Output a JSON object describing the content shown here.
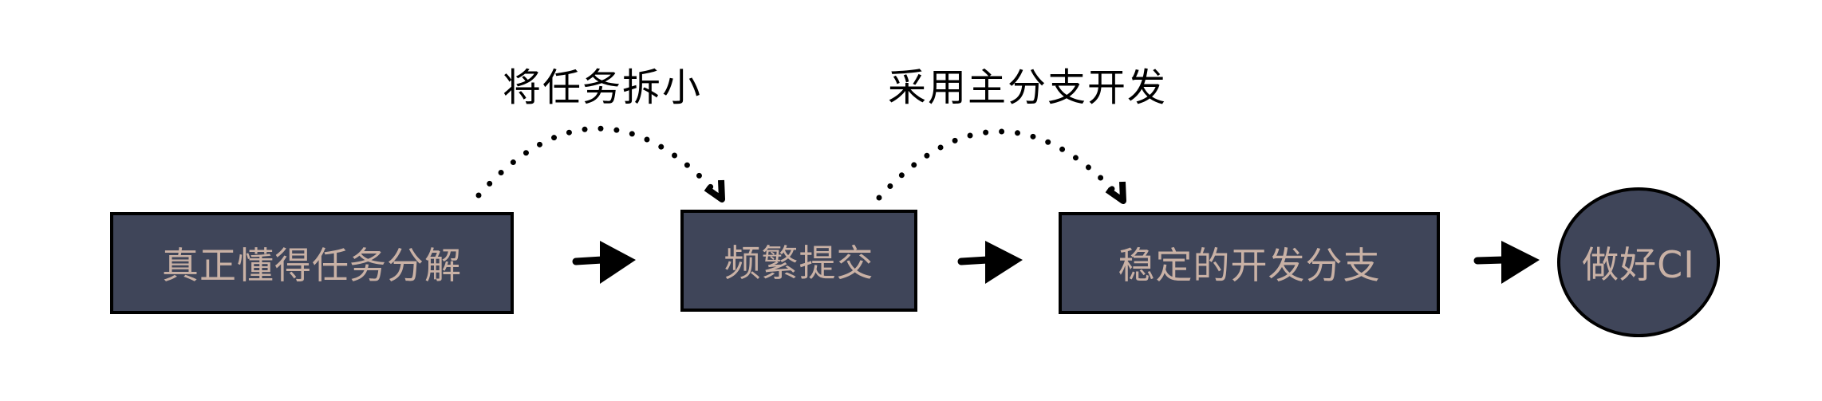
{
  "diagram": {
    "colors": {
      "node_fill": "#3f4559",
      "node_text": "#c9b1a5",
      "border": "#000000",
      "label_text": "#000000",
      "background": "#ffffff"
    },
    "nodes": [
      {
        "id": "task-decomposition",
        "label": "真正懂得任务分解",
        "shape": "rectangle"
      },
      {
        "id": "frequent-commits",
        "label": "频繁提交",
        "shape": "rectangle"
      },
      {
        "id": "stable-dev-branch",
        "label": "稳定的开发分支",
        "shape": "rectangle"
      },
      {
        "id": "good-ci",
        "label": "做好CI",
        "shape": "ellipse"
      }
    ],
    "edges": [
      {
        "from": "task-decomposition",
        "to": "frequent-commits",
        "style": "solid-arrow"
      },
      {
        "from": "frequent-commits",
        "to": "stable-dev-branch",
        "style": "solid-arrow"
      },
      {
        "from": "stable-dev-branch",
        "to": "good-ci",
        "style": "solid-arrow"
      }
    ],
    "annotations": [
      {
        "text": "将任务拆小",
        "spans": [
          "task-decomposition",
          "frequent-commits"
        ],
        "style": "dotted-arc"
      },
      {
        "text": "采用主分支开发",
        "spans": [
          "frequent-commits",
          "stable-dev-branch"
        ],
        "style": "dotted-arc"
      }
    ]
  }
}
